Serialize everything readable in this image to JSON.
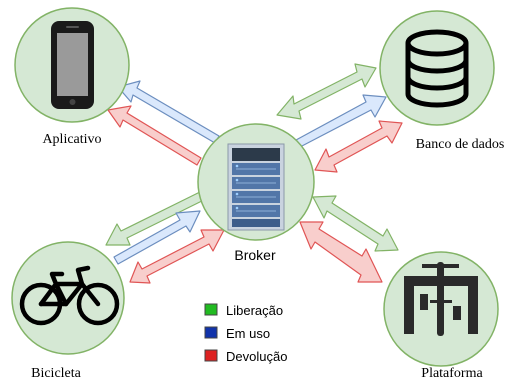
{
  "nodes": {
    "app": {
      "label": "Aplicativo",
      "icon": "smartphone-icon"
    },
    "db": {
      "label": "Banco de dados",
      "icon": "database-icon"
    },
    "broker": {
      "label": "Broker",
      "icon": "server-rack-icon"
    },
    "bike": {
      "label": "Bicicleta",
      "icon": "bicycle-icon"
    },
    "platform": {
      "label": "Plataforma",
      "icon": "bike-dock-icon"
    }
  },
  "legend": [
    {
      "label": "Liberação",
      "color": "#22bb22"
    },
    {
      "label": "Em uso",
      "color": "#1133aa"
    },
    {
      "label": "Devolução",
      "color": "#dd2222"
    }
  ],
  "colors": {
    "node_fill": "#d5e8d4",
    "node_stroke": "#82b366",
    "green_arrow_fill": "#d5e8d4",
    "green_arrow_stroke": "#82b366",
    "blue_arrow_fill": "#dae8fc",
    "blue_arrow_stroke": "#6c8ebf",
    "red_arrow_fill": "#f8cecc",
    "red_arrow_stroke": "#e05555"
  }
}
